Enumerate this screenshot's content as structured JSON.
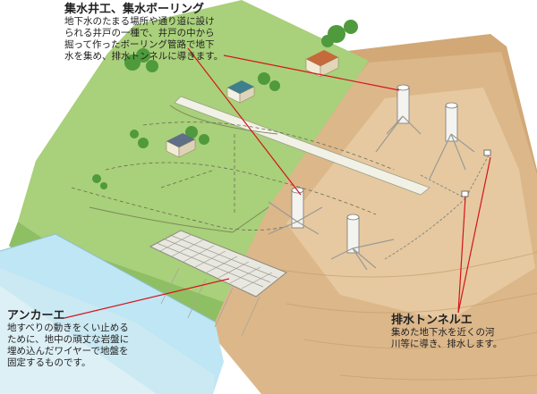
{
  "callouts": {
    "well": {
      "title": "集水井工、集水ボーリング",
      "lines": [
        "地下水のたまる場所や通り道に設け",
        "られる井戸の一種で、井戸の中から",
        "掘って作ったボーリング管路で地下",
        "水を集め、排水トンネルに導きます。"
      ]
    },
    "anchor": {
      "title": "アンカーエ",
      "lines": [
        "地すべりの動きをくい止める",
        "ために、地中の頑丈な岩盤に",
        "埋め込んだワイヤーで地盤を",
        "固定するものです。"
      ]
    },
    "tunnel": {
      "title": "排水トンネルエ",
      "lines": [
        "集めた地下水を近くの河",
        "川等に導き、排水します。"
      ]
    }
  },
  "colors": {
    "grass": "#a9d07a",
    "grass_dark": "#8fbf63",
    "soil": "#d9b486",
    "soil_dark": "#b98955",
    "river": "#bfe6f4",
    "leader": "#d4141c"
  }
}
